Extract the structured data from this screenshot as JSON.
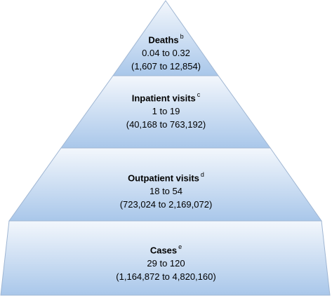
{
  "pyramid": {
    "fill_top": "#f3f7fc",
    "fill_bottom": "#a9c7ea",
    "stroke": "#9fb6d3",
    "tiers": [
      {
        "title": "Deaths",
        "note": "b",
        "range": "0.04 to 0.32",
        "count": "(1,607 to 12,854)"
      },
      {
        "title": "Inpatient visits",
        "note": "c",
        "range": "1 to 19",
        "count": "(40,168 to 763,192)"
      },
      {
        "title": "Outpatient visits",
        "note": "d",
        "range": "18 to 54",
        "count": "(723,024 to 2,169,072)"
      },
      {
        "title": "Cases",
        "note": "e",
        "range": "29 to 120",
        "count": "(1,164,872 to 4,820,160)"
      }
    ]
  }
}
